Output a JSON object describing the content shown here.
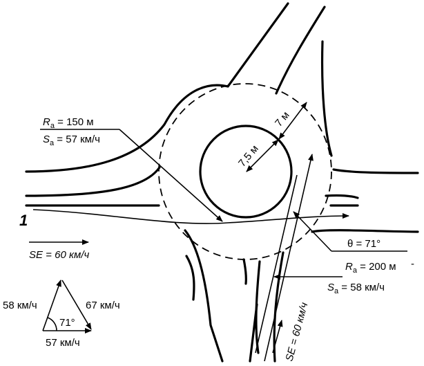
{
  "labels": {
    "approach_number": "1",
    "ra_left_symbol": "R",
    "ra_left_sub": "a",
    "ra_left_value": " = 150 м",
    "sa_left_symbol": "S",
    "sa_left_sub": "a",
    "sa_left_value": " = 57 км/ч",
    "inner_radius": "7,5 м",
    "lane_width": "7 м",
    "theta": "θ = 71°",
    "ra_right_symbol": "R",
    "ra_right_sub": "a",
    "ra_right_value": " = 200 м",
    "sa_right_symbol": "S",
    "sa_right_sub": "a",
    "sa_right_value": " = 58 км/ч",
    "se_left": "SE = 60 км/ч",
    "se_diag": "SE = 60 км/ч"
  },
  "triangle": {
    "left_side": "58 км/ч",
    "right_side": "67 км/ч",
    "bottom_side": "57 км/ч",
    "angle": "71°"
  },
  "colors": {
    "stroke": "#000000",
    "background": "#ffffff"
  }
}
